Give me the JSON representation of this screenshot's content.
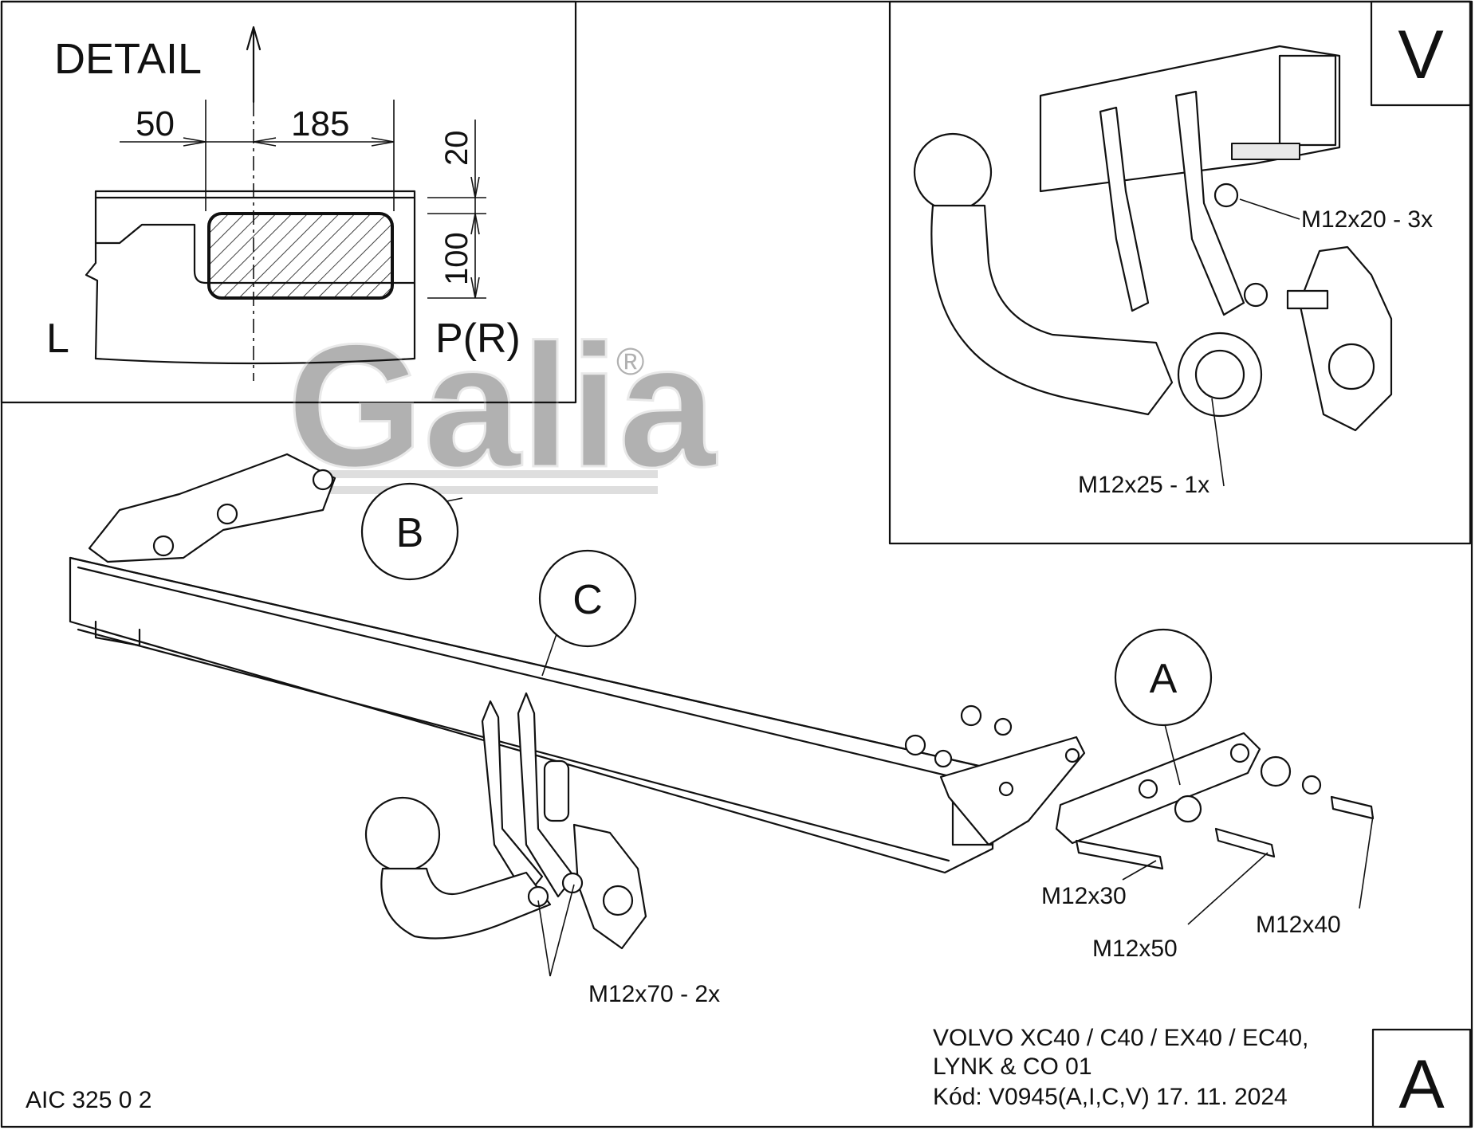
{
  "detail": {
    "title": "DETAIL",
    "dim_left": "50",
    "dim_top": "185",
    "dim_v1": "20",
    "dim_v2": "100",
    "side_left": "L",
    "side_right": "P(R)"
  },
  "watermark": {
    "brand": "Galia",
    "registered": "®"
  },
  "inset_v": {
    "corner_label": "V",
    "bolt_top": "M12x20 - 3x",
    "bolt_bottom": "M12x25 - 1x"
  },
  "callouts": {
    "a": "A",
    "b": "B",
    "c": "C"
  },
  "bolts": {
    "m12x70": "M12x70 - 2x",
    "m12x30": "M12x30",
    "m12x50": "M12x50",
    "m12x40": "M12x40"
  },
  "title_block": {
    "vehicle_line1": "VOLVO XC40 / C40 / EX40 / EC40,",
    "vehicle_line2": "LYNK & CO 01",
    "code_line": "Kód: V0945(A,I,C,V)  17. 11. 2024",
    "corner_label": "A",
    "drawing_number": "AIC 325 0 2"
  }
}
